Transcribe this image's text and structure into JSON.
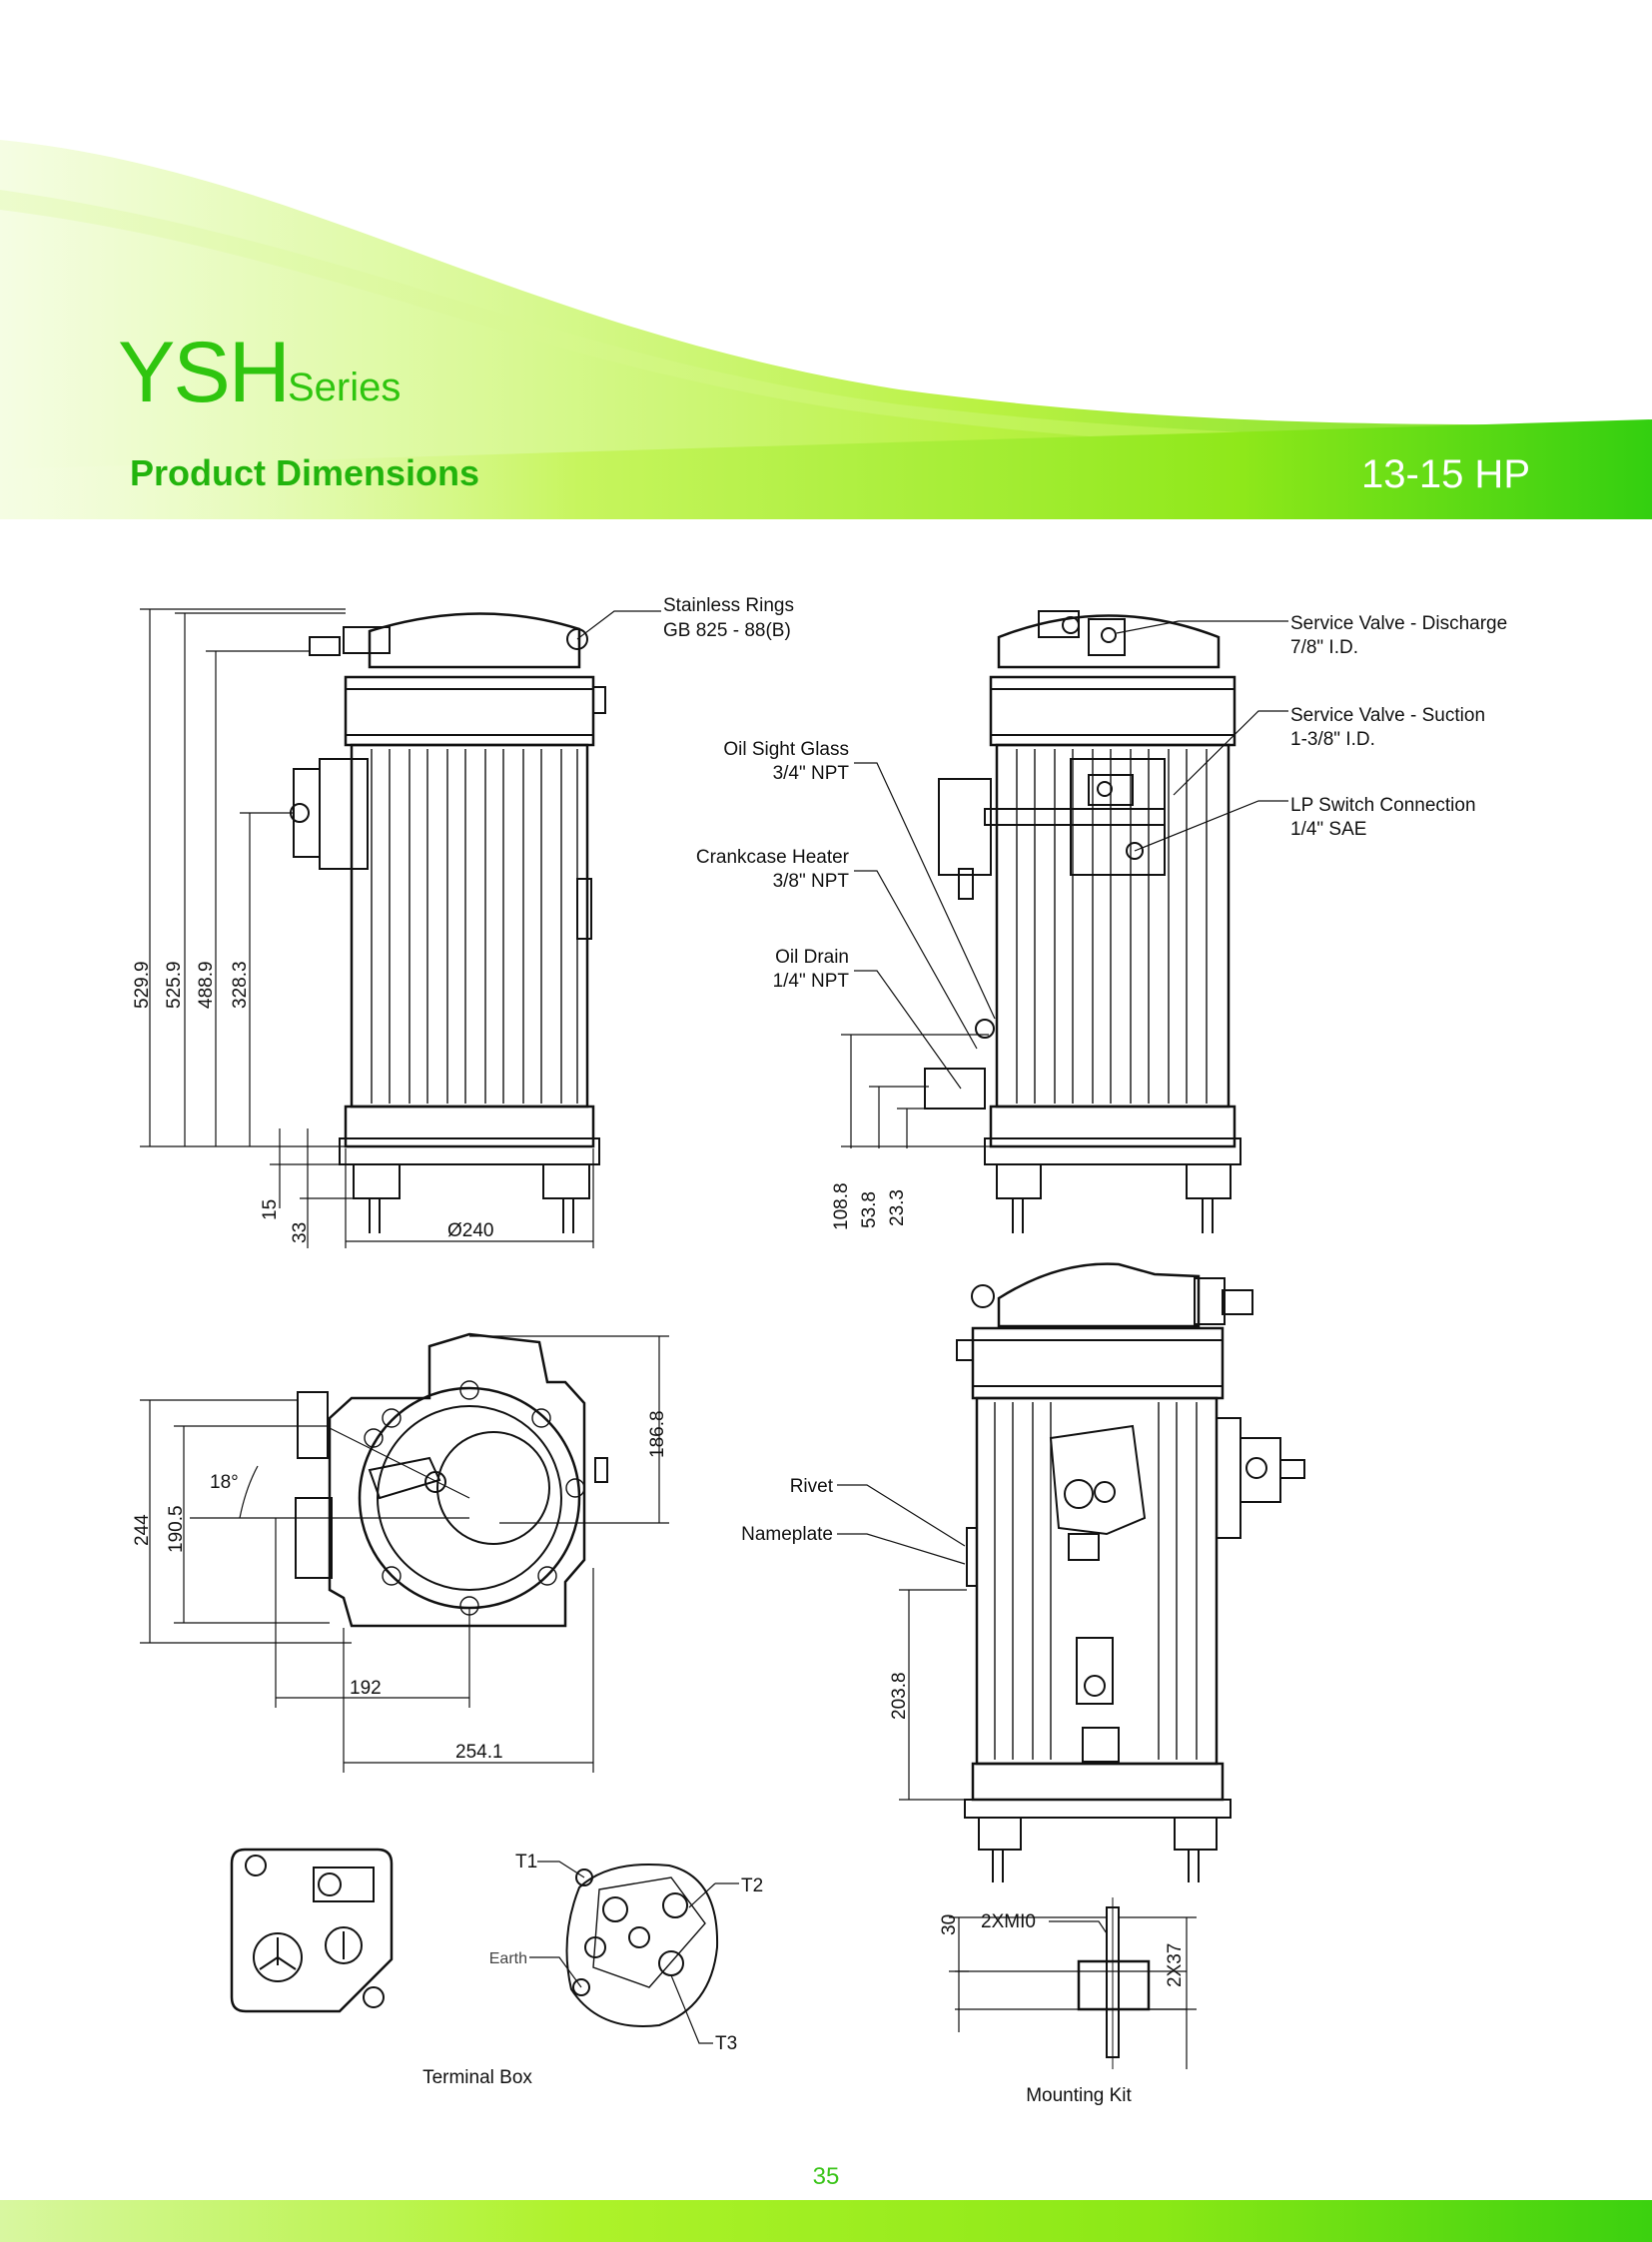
{
  "header": {
    "series_name": "YSH",
    "series_word": "Series",
    "section_title": "Product Dimensions",
    "hp_range": "13-15 HP",
    "colors": {
      "green_dark": "#22b40d",
      "green_light": "#aef22a",
      "white": "#ffffff"
    }
  },
  "labels": {
    "stainless_rings": "Stainless Rings",
    "stainless_rings_spec": "GB 825 - 88(B)",
    "oil_sight_glass": "Oil Sight Glass",
    "oil_sight_glass_spec": "3/4\" NPT",
    "crankcase_heater": "Crankcase Heater",
    "crankcase_heater_spec": "3/8\" NPT",
    "oil_drain": "Oil Drain",
    "oil_drain_spec": "1/4\" NPT",
    "sv_discharge": "Service Valve - Discharge",
    "sv_discharge_spec": "7/8\" I.D.",
    "sv_suction": "Service Valve - Suction",
    "sv_suction_spec": "1-3/8\" I.D.",
    "lp_switch": "LP Switch Connection",
    "lp_switch_spec": "1/4\" SAE",
    "rivet": "Rivet",
    "nameplate": "Nameplate",
    "terminal_box": "Terminal Box",
    "mounting_kit": "Mounting Kit",
    "t1": "T1",
    "t2": "T2",
    "t3": "T3",
    "earth": "Earth",
    "bolt": "2XMI0"
  },
  "dimensions": {
    "d529_9": "529.9",
    "d525_9": "525.9",
    "d488_9": "488.9",
    "d328_3": "328.3",
    "d15": "15",
    "d33": "33",
    "d240": "Ø240",
    "d108_8": "108.8",
    "d53_8": "53.8",
    "d23_3": "23.3",
    "d186_8": "186.8",
    "d244": "244",
    "d190_5": "190.5",
    "d18deg": "18°",
    "d192": "192",
    "d254_1": "254.1",
    "d203_8": "203.8",
    "d30": "30",
    "d2x37": "2X37"
  },
  "page_number": "35"
}
